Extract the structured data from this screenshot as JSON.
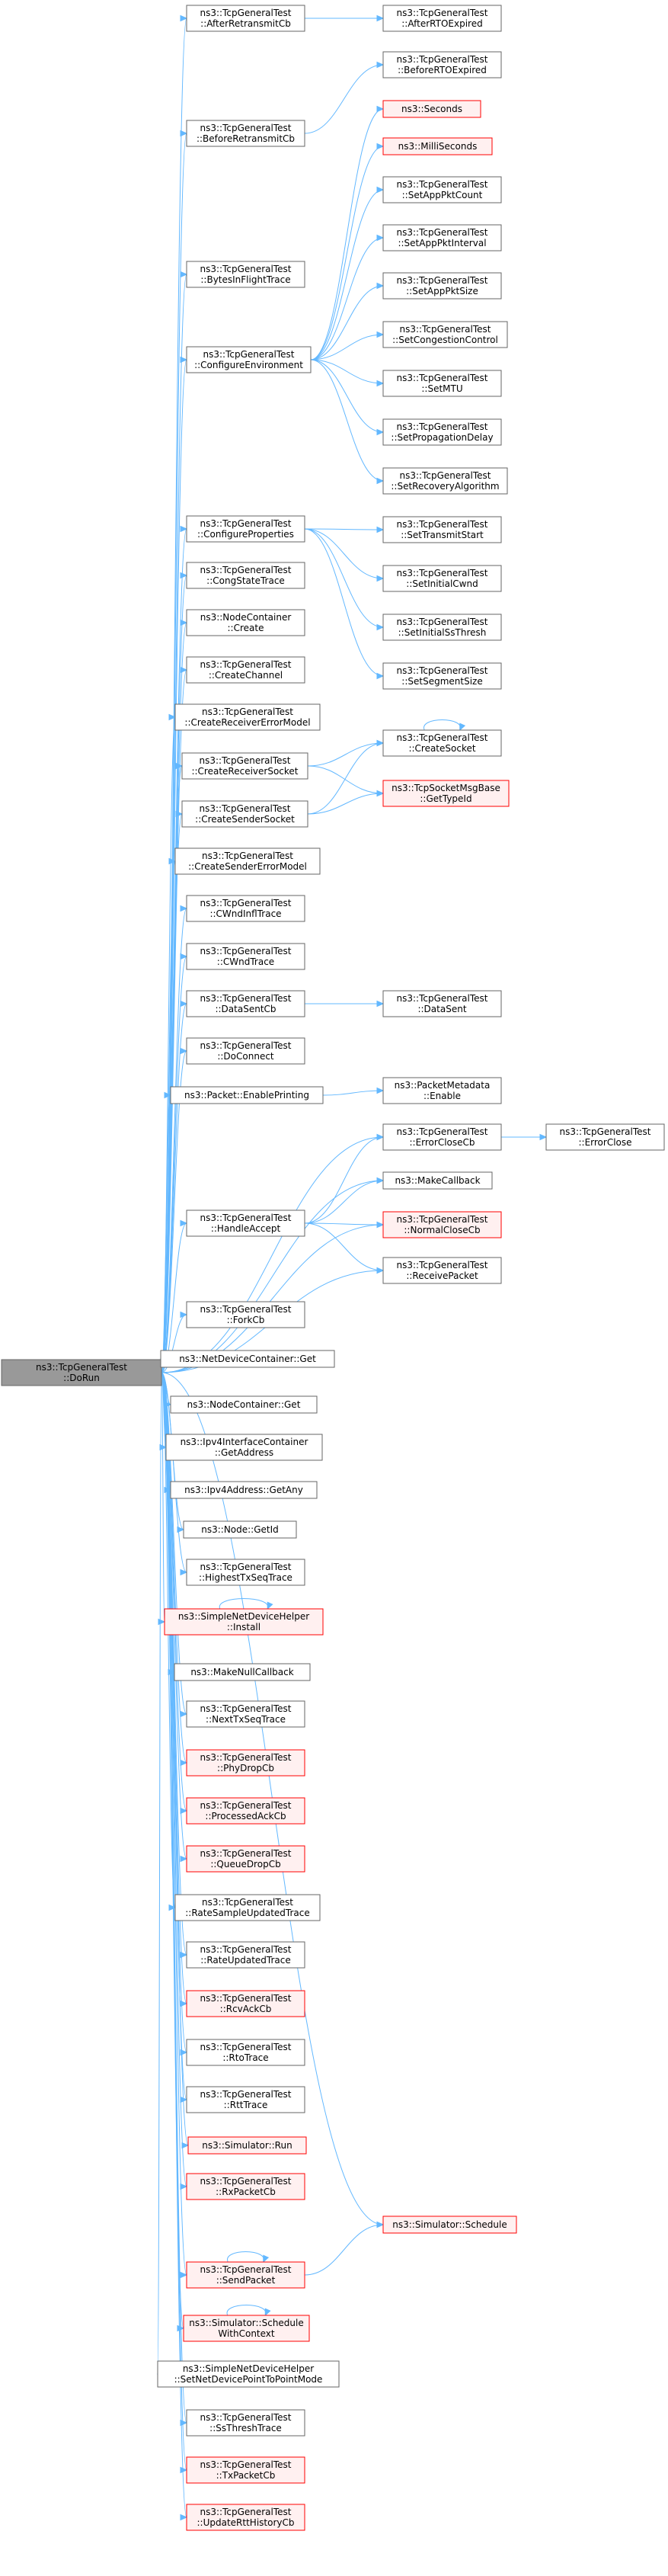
{
  "colors": {
    "edge": "#63b8ff",
    "node_border": "#666666",
    "truncated_border": "#ff0000",
    "truncated_fill": "#fff0f0",
    "root_fill": "#999999"
  },
  "nodes": [
    {
      "id": "root",
      "lines": [
        "ns3::TcpGeneralTest",
        "::DoRun"
      ],
      "style": "root"
    },
    {
      "id": "AfterRetransmitCb",
      "lines": [
        "ns3::TcpGeneralTest",
        "::AfterRetransmitCb"
      ],
      "style": "normal"
    },
    {
      "id": "AfterRTOExpired",
      "lines": [
        "ns3::TcpGeneralTest",
        "::AfterRTOExpired"
      ],
      "style": "normal"
    },
    {
      "id": "BeforeRTOExpired",
      "lines": [
        "ns3::TcpGeneralTest",
        "::BeforeRTOExpired"
      ],
      "style": "normal"
    },
    {
      "id": "BeforeRetransmitCb",
      "lines": [
        "ns3::TcpGeneralTest",
        "::BeforeRetransmitCb"
      ],
      "style": "normal"
    },
    {
      "id": "Seconds",
      "lines": [
        "ns3::Seconds"
      ],
      "style": "truncated"
    },
    {
      "id": "MilliSeconds",
      "lines": [
        "ns3::MilliSeconds"
      ],
      "style": "truncated"
    },
    {
      "id": "SetAppPktCount",
      "lines": [
        "ns3::TcpGeneralTest",
        "::SetAppPktCount"
      ],
      "style": "normal"
    },
    {
      "id": "BytesInFlightTrace",
      "lines": [
        "ns3::TcpGeneralTest",
        "::BytesInFlightTrace"
      ],
      "style": "normal"
    },
    {
      "id": "SetAppPktInterval",
      "lines": [
        "ns3::TcpGeneralTest",
        "::SetAppPktInterval"
      ],
      "style": "normal"
    },
    {
      "id": "SetAppPktSize",
      "lines": [
        "ns3::TcpGeneralTest",
        "::SetAppPktSize"
      ],
      "style": "normal"
    },
    {
      "id": "ConfigureEnvironment",
      "lines": [
        "ns3::TcpGeneralTest",
        "::ConfigureEnvironment"
      ],
      "style": "normal"
    },
    {
      "id": "SetCongestionControl",
      "lines": [
        "ns3::TcpGeneralTest",
        "::SetCongestionControl"
      ],
      "style": "normal"
    },
    {
      "id": "SetMTU",
      "lines": [
        "ns3::TcpGeneralTest",
        "::SetMTU"
      ],
      "style": "normal"
    },
    {
      "id": "SetPropagationDelay",
      "lines": [
        "ns3::TcpGeneralTest",
        "::SetPropagationDelay"
      ],
      "style": "normal"
    },
    {
      "id": "ConfigureProperties",
      "lines": [
        "ns3::TcpGeneralTest",
        "::ConfigureProperties"
      ],
      "style": "normal"
    },
    {
      "id": "SetRecoveryAlgorithm",
      "lines": [
        "ns3::TcpGeneralTest",
        "::SetRecoveryAlgorithm"
      ],
      "style": "normal"
    },
    {
      "id": "CongStateTrace",
      "lines": [
        "ns3::TcpGeneralTest",
        "::CongStateTrace"
      ],
      "style": "normal"
    },
    {
      "id": "SetTransmitStart",
      "lines": [
        "ns3::TcpGeneralTest",
        "::SetTransmitStart"
      ],
      "style": "normal"
    },
    {
      "id": "NodeContainerCreate",
      "lines": [
        "ns3::NodeContainer",
        "::Create"
      ],
      "style": "normal"
    },
    {
      "id": "SetInitialCwnd",
      "lines": [
        "ns3::TcpGeneralTest",
        "::SetInitialCwnd"
      ],
      "style": "normal"
    },
    {
      "id": "CreateChannel",
      "lines": [
        "ns3::TcpGeneralTest",
        "::CreateChannel"
      ],
      "style": "normal"
    },
    {
      "id": "SetInitialSsThresh",
      "lines": [
        "ns3::TcpGeneralTest",
        "::SetInitialSsThresh"
      ],
      "style": "normal"
    },
    {
      "id": "CreateReceiverErrorModel",
      "lines": [
        "ns3::TcpGeneralTest",
        "::CreateReceiverErrorModel"
      ],
      "style": "normal"
    },
    {
      "id": "SetSegmentSize",
      "lines": [
        "ns3::TcpGeneralTest",
        "::SetSegmentSize"
      ],
      "style": "normal"
    },
    {
      "id": "CreateReceiverSocket",
      "lines": [
        "ns3::TcpGeneralTest",
        "::CreateReceiverSocket"
      ],
      "style": "normal"
    },
    {
      "id": "CreateSocket",
      "lines": [
        "ns3::TcpGeneralTest",
        "::CreateSocket"
      ],
      "style": "normal"
    },
    {
      "id": "CreateSenderSocket",
      "lines": [
        "ns3::TcpGeneralTest",
        "::CreateSenderSocket"
      ],
      "style": "normal"
    },
    {
      "id": "GetTypeId",
      "lines": [
        "ns3::TcpSocketMsgBase",
        "::GetTypeId"
      ],
      "style": "truncated"
    },
    {
      "id": "CreateSenderErrorModel",
      "lines": [
        "ns3::TcpGeneralTest",
        "::CreateSenderErrorModel"
      ],
      "style": "normal"
    },
    {
      "id": "CWndInflTrace",
      "lines": [
        "ns3::TcpGeneralTest",
        "::CWndInflTrace"
      ],
      "style": "normal"
    },
    {
      "id": "CWndTrace",
      "lines": [
        "ns3::TcpGeneralTest",
        "::CWndTrace"
      ],
      "style": "normal"
    },
    {
      "id": "DataSentCb",
      "lines": [
        "ns3::TcpGeneralTest",
        "::DataSentCb"
      ],
      "style": "normal"
    },
    {
      "id": "DataSent",
      "lines": [
        "ns3::TcpGeneralTest",
        "::DataSent"
      ],
      "style": "normal"
    },
    {
      "id": "DoConnect",
      "lines": [
        "ns3::TcpGeneralTest",
        "::DoConnect"
      ],
      "style": "normal"
    },
    {
      "id": "EnablePrinting",
      "lines": [
        "ns3::Packet::EnablePrinting"
      ],
      "style": "normal"
    },
    {
      "id": "PacketMetadataEnable",
      "lines": [
        "ns3::PacketMetadata",
        "::Enable"
      ],
      "style": "normal"
    },
    {
      "id": "ErrorCloseCb",
      "lines": [
        "ns3::TcpGeneralTest",
        "::ErrorCloseCb"
      ],
      "style": "normal"
    },
    {
      "id": "ErrorClose",
      "lines": [
        "ns3::TcpGeneralTest",
        "::ErrorClose"
      ],
      "style": "normal"
    },
    {
      "id": "MakeCallback",
      "lines": [
        "ns3::MakeCallback"
      ],
      "style": "normal"
    },
    {
      "id": "HandleAccept",
      "lines": [
        "ns3::TcpGeneralTest",
        "::HandleAccept"
      ],
      "style": "normal"
    },
    {
      "id": "NormalCloseCb",
      "lines": [
        "ns3::TcpGeneralTest",
        "::NormalCloseCb"
      ],
      "style": "truncated"
    },
    {
      "id": "ReceivePacket",
      "lines": [
        "ns3::TcpGeneralTest",
        "::ReceivePacket"
      ],
      "style": "normal"
    },
    {
      "id": "ForkCb",
      "lines": [
        "ns3::TcpGeneralTest",
        "::ForkCb"
      ],
      "style": "normal"
    },
    {
      "id": "NetDeviceContainerGet",
      "lines": [
        "ns3::NetDeviceContainer::Get"
      ],
      "style": "normal"
    },
    {
      "id": "NodeContainerGet",
      "lines": [
        "ns3::NodeContainer::Get"
      ],
      "style": "normal"
    },
    {
      "id": "GetAddress",
      "lines": [
        "ns3::Ipv4InterfaceContainer",
        "::GetAddress"
      ],
      "style": "normal"
    },
    {
      "id": "GetAny",
      "lines": [
        "ns3::Ipv4Address::GetAny"
      ],
      "style": "normal"
    },
    {
      "id": "GetId",
      "lines": [
        "ns3::Node::GetId"
      ],
      "style": "normal"
    },
    {
      "id": "HighestTxSeqTrace",
      "lines": [
        "ns3::TcpGeneralTest",
        "::HighestTxSeqTrace"
      ],
      "style": "normal"
    },
    {
      "id": "Install",
      "lines": [
        "ns3::SimpleNetDeviceHelper",
        "::Install"
      ],
      "style": "truncated"
    },
    {
      "id": "MakeNullCallback",
      "lines": [
        "ns3::MakeNullCallback"
      ],
      "style": "normal"
    },
    {
      "id": "NextTxSeqTrace",
      "lines": [
        "ns3::TcpGeneralTest",
        "::NextTxSeqTrace"
      ],
      "style": "normal"
    },
    {
      "id": "PhyDropCb",
      "lines": [
        "ns3::TcpGeneralTest",
        "::PhyDropCb"
      ],
      "style": "truncated"
    },
    {
      "id": "ProcessedAckCb",
      "lines": [
        "ns3::TcpGeneralTest",
        "::ProcessedAckCb"
      ],
      "style": "truncated"
    },
    {
      "id": "QueueDropCb",
      "lines": [
        "ns3::TcpGeneralTest",
        "::QueueDropCb"
      ],
      "style": "truncated"
    },
    {
      "id": "RateSampleUpdatedTrace",
      "lines": [
        "ns3::TcpGeneralTest",
        "::RateSampleUpdatedTrace"
      ],
      "style": "normal"
    },
    {
      "id": "RateUpdatedTrace",
      "lines": [
        "ns3::TcpGeneralTest",
        "::RateUpdatedTrace"
      ],
      "style": "normal"
    },
    {
      "id": "RcvAckCb",
      "lines": [
        "ns3::TcpGeneralTest",
        "::RcvAckCb"
      ],
      "style": "truncated"
    },
    {
      "id": "RtoTrace",
      "lines": [
        "ns3::TcpGeneralTest",
        "::RtoTrace"
      ],
      "style": "normal"
    },
    {
      "id": "RttTrace",
      "lines": [
        "ns3::TcpGeneralTest",
        "::RttTrace"
      ],
      "style": "normal"
    },
    {
      "id": "SimulatorRun",
      "lines": [
        "ns3::Simulator::Run"
      ],
      "style": "truncated"
    },
    {
      "id": "RxPacketCb",
      "lines": [
        "ns3::TcpGeneralTest",
        "::RxPacketCb"
      ],
      "style": "truncated"
    },
    {
      "id": "SimulatorSchedule",
      "lines": [
        "ns3::Simulator::Schedule"
      ],
      "style": "truncated"
    },
    {
      "id": "SendPacket",
      "lines": [
        "ns3::TcpGeneralTest",
        "::SendPacket"
      ],
      "style": "truncated"
    },
    {
      "id": "ScheduleWithContext",
      "lines": [
        "ns3::Simulator::Schedule",
        "WithContext"
      ],
      "style": "truncated"
    },
    {
      "id": "SetNetDevicePointToPointMode",
      "lines": [
        "ns3::SimpleNetDeviceHelper",
        "::SetNetDevicePointToPointMode"
      ],
      "style": "normal"
    },
    {
      "id": "SsThreshTrace",
      "lines": [
        "ns3::TcpGeneralTest",
        "::SsThreshTrace"
      ],
      "style": "normal"
    },
    {
      "id": "TxPacketCb",
      "lines": [
        "ns3::TcpGeneralTest",
        "::TxPacketCb"
      ],
      "style": "truncated"
    },
    {
      "id": "UpdateRttHistoryCb",
      "lines": [
        "ns3::TcpGeneralTest",
        "::UpdateRttHistoryCb"
      ],
      "style": "truncated"
    }
  ],
  "edges": [
    [
      "root",
      "AfterRetransmitCb"
    ],
    [
      "root",
      "BeforeRetransmitCb"
    ],
    [
      "root",
      "BytesInFlightTrace"
    ],
    [
      "root",
      "ConfigureEnvironment"
    ],
    [
      "root",
      "ConfigureProperties"
    ],
    [
      "root",
      "CongStateTrace"
    ],
    [
      "root",
      "NodeContainerCreate"
    ],
    [
      "root",
      "CreateChannel"
    ],
    [
      "root",
      "CreateReceiverErrorModel"
    ],
    [
      "root",
      "CreateReceiverSocket"
    ],
    [
      "root",
      "CreateSenderSocket"
    ],
    [
      "root",
      "CreateSenderErrorModel"
    ],
    [
      "root",
      "CWndInflTrace"
    ],
    [
      "root",
      "CWndTrace"
    ],
    [
      "root",
      "DataSentCb"
    ],
    [
      "root",
      "DoConnect"
    ],
    [
      "root",
      "EnablePrinting"
    ],
    [
      "root",
      "ErrorCloseCb"
    ],
    [
      "root",
      "HandleAccept"
    ],
    [
      "root",
      "MakeCallback"
    ],
    [
      "root",
      "NormalCloseCb"
    ],
    [
      "root",
      "ReceivePacket"
    ],
    [
      "root",
      "ForkCb"
    ],
    [
      "root",
      "NetDeviceContainerGet"
    ],
    [
      "root",
      "NodeContainerGet"
    ],
    [
      "root",
      "GetAddress"
    ],
    [
      "root",
      "GetAny"
    ],
    [
      "root",
      "GetId"
    ],
    [
      "root",
      "HighestTxSeqTrace"
    ],
    [
      "root",
      "Install"
    ],
    [
      "root",
      "MakeNullCallback"
    ],
    [
      "root",
      "NextTxSeqTrace"
    ],
    [
      "root",
      "PhyDropCb"
    ],
    [
      "root",
      "ProcessedAckCb"
    ],
    [
      "root",
      "QueueDropCb"
    ],
    [
      "root",
      "RateSampleUpdatedTrace"
    ],
    [
      "root",
      "RateUpdatedTrace"
    ],
    [
      "root",
      "RcvAckCb"
    ],
    [
      "root",
      "RtoTrace"
    ],
    [
      "root",
      "RttTrace"
    ],
    [
      "root",
      "SimulatorRun"
    ],
    [
      "root",
      "RxPacketCb"
    ],
    [
      "root",
      "SimulatorSchedule"
    ],
    [
      "root",
      "SendPacket"
    ],
    [
      "root",
      "ScheduleWithContext"
    ],
    [
      "root",
      "SetNetDevicePointToPointMode"
    ],
    [
      "root",
      "SsThreshTrace"
    ],
    [
      "root",
      "TxPacketCb"
    ],
    [
      "root",
      "UpdateRttHistoryCb"
    ],
    [
      "AfterRetransmitCb",
      "AfterRTOExpired"
    ],
    [
      "BeforeRetransmitCb",
      "BeforeRTOExpired"
    ],
    [
      "ConfigureEnvironment",
      "Seconds"
    ],
    [
      "ConfigureEnvironment",
      "MilliSeconds"
    ],
    [
      "ConfigureEnvironment",
      "SetAppPktCount"
    ],
    [
      "ConfigureEnvironment",
      "SetAppPktInterval"
    ],
    [
      "ConfigureEnvironment",
      "SetAppPktSize"
    ],
    [
      "ConfigureEnvironment",
      "SetCongestionControl"
    ],
    [
      "ConfigureEnvironment",
      "SetMTU"
    ],
    [
      "ConfigureEnvironment",
      "SetPropagationDelay"
    ],
    [
      "ConfigureEnvironment",
      "SetRecoveryAlgorithm"
    ],
    [
      "ConfigureProperties",
      "SetTransmitStart"
    ],
    [
      "ConfigureProperties",
      "SetInitialCwnd"
    ],
    [
      "ConfigureProperties",
      "SetInitialSsThresh"
    ],
    [
      "ConfigureProperties",
      "SetSegmentSize"
    ],
    [
      "CreateReceiverSocket",
      "CreateSocket"
    ],
    [
      "CreateReceiverSocket",
      "GetTypeId"
    ],
    [
      "CreateSenderSocket",
      "CreateSocket"
    ],
    [
      "CreateSenderSocket",
      "GetTypeId"
    ],
    [
      "CreateSocket",
      "CreateSocket"
    ],
    [
      "DataSentCb",
      "DataSent"
    ],
    [
      "EnablePrinting",
      "PacketMetadataEnable"
    ],
    [
      "ErrorCloseCb",
      "ErrorClose"
    ],
    [
      "HandleAccept",
      "ErrorCloseCb"
    ],
    [
      "HandleAccept",
      "MakeCallback"
    ],
    [
      "HandleAccept",
      "NormalCloseCb"
    ],
    [
      "HandleAccept",
      "ReceivePacket"
    ],
    [
      "Install",
      "Install"
    ],
    [
      "SendPacket",
      "SimulatorSchedule"
    ],
    [
      "SendPacket",
      "SendPacket"
    ],
    [
      "ScheduleWithContext",
      "ScheduleWithContext"
    ]
  ]
}
